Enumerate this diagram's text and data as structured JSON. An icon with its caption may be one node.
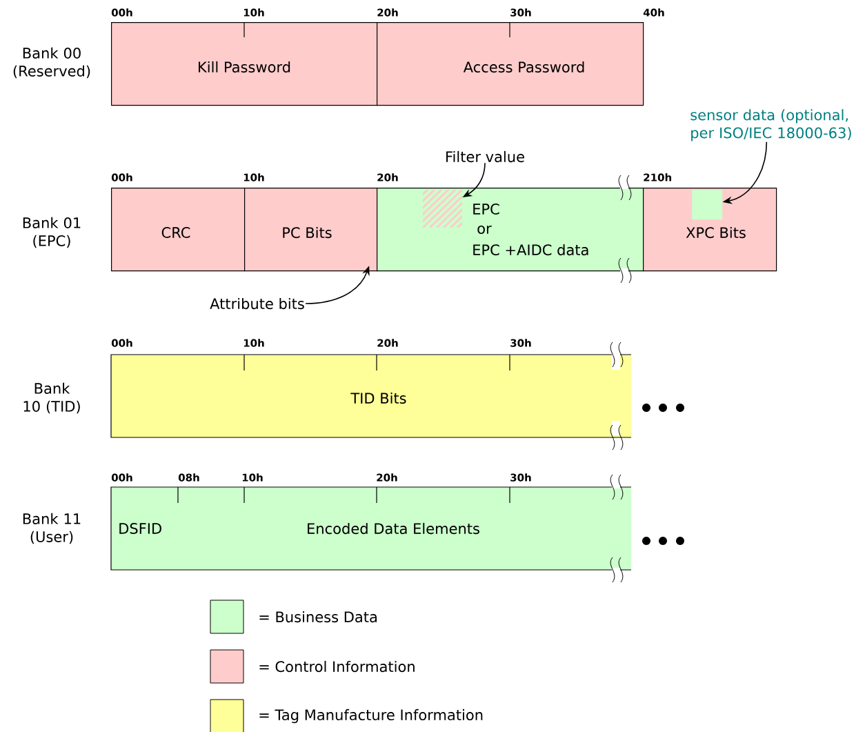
{
  "diagram": {
    "nodes": [
      {
        "text": [
          "Kill Password"
        ]
      },
      {
        "text": [
          "Access Password"
        ]
      },
      {
        "text": [
          "CRC"
        ]
      },
      {
        "text": [
          "PC Bits"
        ]
      },
      {
        "text": [
          "EPC",
          "or",
          "EPC +AIDC data"
        ]
      },
      {
        "text": [
          "XPC Bits"
        ]
      },
      {
        "text": [
          "Filter value"
        ]
      },
      {
        "text": [],
        "shape": "box",
        "in": 4
      },
      {
        "text": [
          "sensor data (optional, per ISO/IEC 18000-63)"
        ]
      },
      {
        "text": [],
        "shape": "box",
        "in": 5
      },
      {
        "text": [
          "Attribute bits"
        ]
      },
      {
        "text": [
          "TID Bits"
        ]
      },
      {
        "text": [
          "DSFID",
          "Encoded Data Elements"
        ]
      }
    ],
    "edges": [
      {
        "from": 6,
        "to": 7,
        "arrow": "to"
      },
      {
        "from": 8,
        "to": 9,
        "arrow": "to"
      },
      {
        "from": 10,
        "to": 3,
        "arrow": "to"
      }
    ],
    "labels": [
      "00h",
      "10h",
      "20h",
      "30h",
      "40h",
      "Bank 00 (Reserved)",
      "00h",
      "10h",
      "20h",
      "210h",
      "Bank 01 (EPC)",
      "00h",
      "10h",
      "20h",
      "30h",
      "Bank 10 (TID)",
      "00h",
      "08h",
      "10h",
      "20h",
      "30h",
      "Bank 11 (User)"
    ],
    "legend": [
      {
        "text": "= Business Data",
        "color": "#ccffcc"
      },
      {
        "text": "= Control Information",
        "color": "#ffcccc"
      },
      {
        "text": "= Tag Manufacture Information",
        "color": "#ffff99"
      }
    ]
  }
}
